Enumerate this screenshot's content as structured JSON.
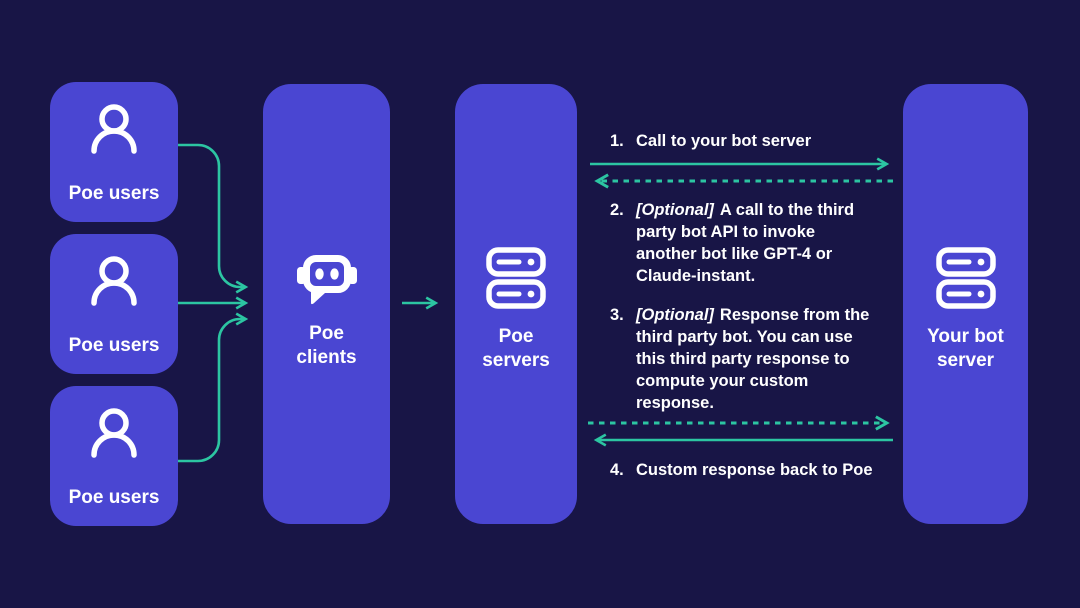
{
  "colors": {
    "background": "#181546",
    "node": "#4a46d2",
    "accent": "#2cc5a2",
    "text": "#ffffff"
  },
  "nodes": {
    "users": [
      {
        "label": "Poe users",
        "icon": "user-icon"
      },
      {
        "label": "Poe users",
        "icon": "user-icon"
      },
      {
        "label": "Poe users",
        "icon": "user-icon"
      }
    ],
    "clients": {
      "label": "Poe\nclients",
      "icon": "bot-chat-icon"
    },
    "servers": {
      "label": "Poe\nservers",
      "icon": "server-stack-icon"
    },
    "bot_server": {
      "label": "Your bot\nserver",
      "icon": "server-stack-icon"
    }
  },
  "annotations": [
    {
      "num": "1.",
      "text": "Call to your bot server"
    },
    {
      "num": "2.",
      "optional": "[Optional]",
      "text": "A call to the third\nparty bot API to invoke\nanother bot like GPT-4 or\nClaude-instant."
    },
    {
      "num": "3.",
      "optional": "[Optional]",
      "text": "Response from the\nthird party bot. You can use\nthis third party response to\ncompute your custom\nresponse."
    },
    {
      "num": "4.",
      "text": "Custom response back to Poe"
    }
  ]
}
